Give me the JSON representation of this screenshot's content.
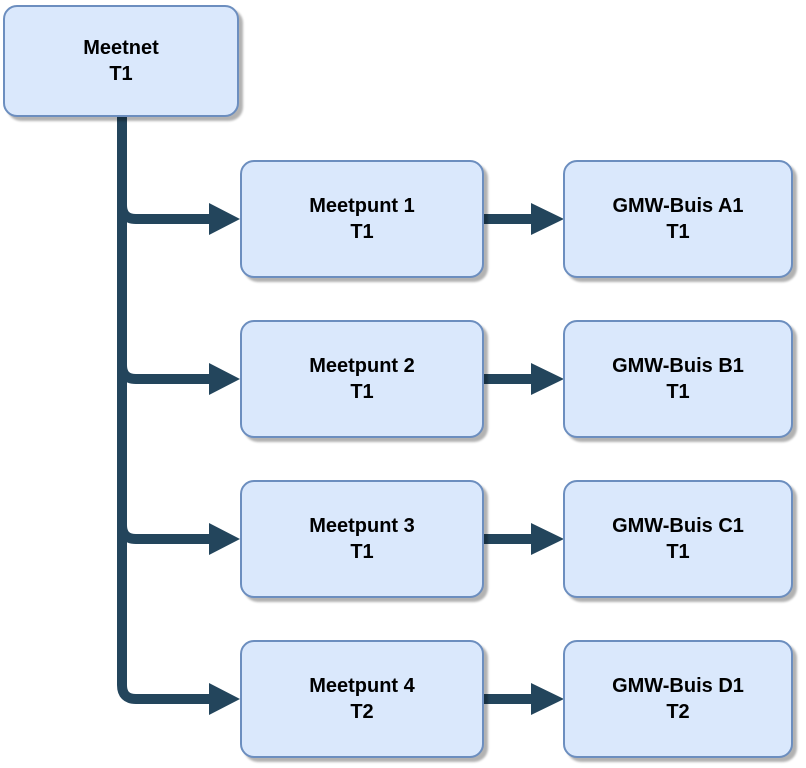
{
  "colors": {
    "background": "#ffffff",
    "node_fill": "#dae8fc",
    "node_border": "#6c8ebf",
    "connector": "#23455c",
    "text": "#000000",
    "shadow": "rgba(0,0,0,0.3)"
  },
  "diagram": {
    "type": "tree",
    "root": {
      "title": "Meetnet",
      "subtitle": "T1"
    },
    "branches": [
      {
        "meetpunt": {
          "title": "Meetpunt 1",
          "subtitle": "T1"
        },
        "gmw_buis": {
          "title": "GMW-Buis A1",
          "subtitle": "T1"
        }
      },
      {
        "meetpunt": {
          "title": "Meetpunt 2",
          "subtitle": "T1"
        },
        "gmw_buis": {
          "title": "GMW-Buis B1",
          "subtitle": "T1"
        }
      },
      {
        "meetpunt": {
          "title": "Meetpunt 3",
          "subtitle": "T1"
        },
        "gmw_buis": {
          "title": "GMW-Buis C1",
          "subtitle": "T1"
        }
      },
      {
        "meetpunt": {
          "title": "Meetpunt 4",
          "subtitle": "T2"
        },
        "gmw_buis": {
          "title": "GMW-Buis D1",
          "subtitle": "T2"
        }
      }
    ]
  }
}
